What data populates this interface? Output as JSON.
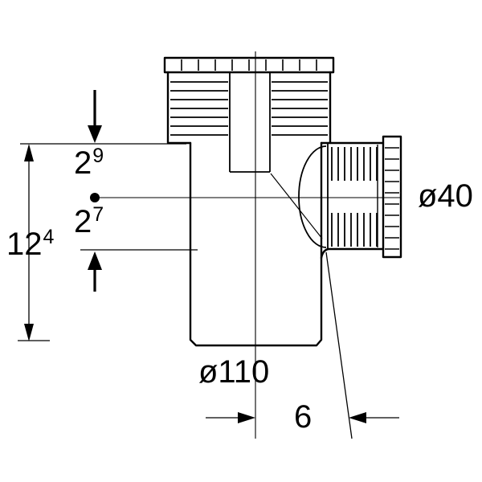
{
  "colors": {
    "line": "#000000",
    "background": "#ffffff"
  },
  "dimensions": {
    "total_height": {
      "base": "12",
      "sup": "4"
    },
    "upper_offset": {
      "base": "2",
      "sup": "9"
    },
    "lower_offset": {
      "base": "2",
      "sup": "7"
    },
    "main_diameter": "ø110",
    "branch_diameter": "ø40",
    "bottom_offset": "6"
  }
}
